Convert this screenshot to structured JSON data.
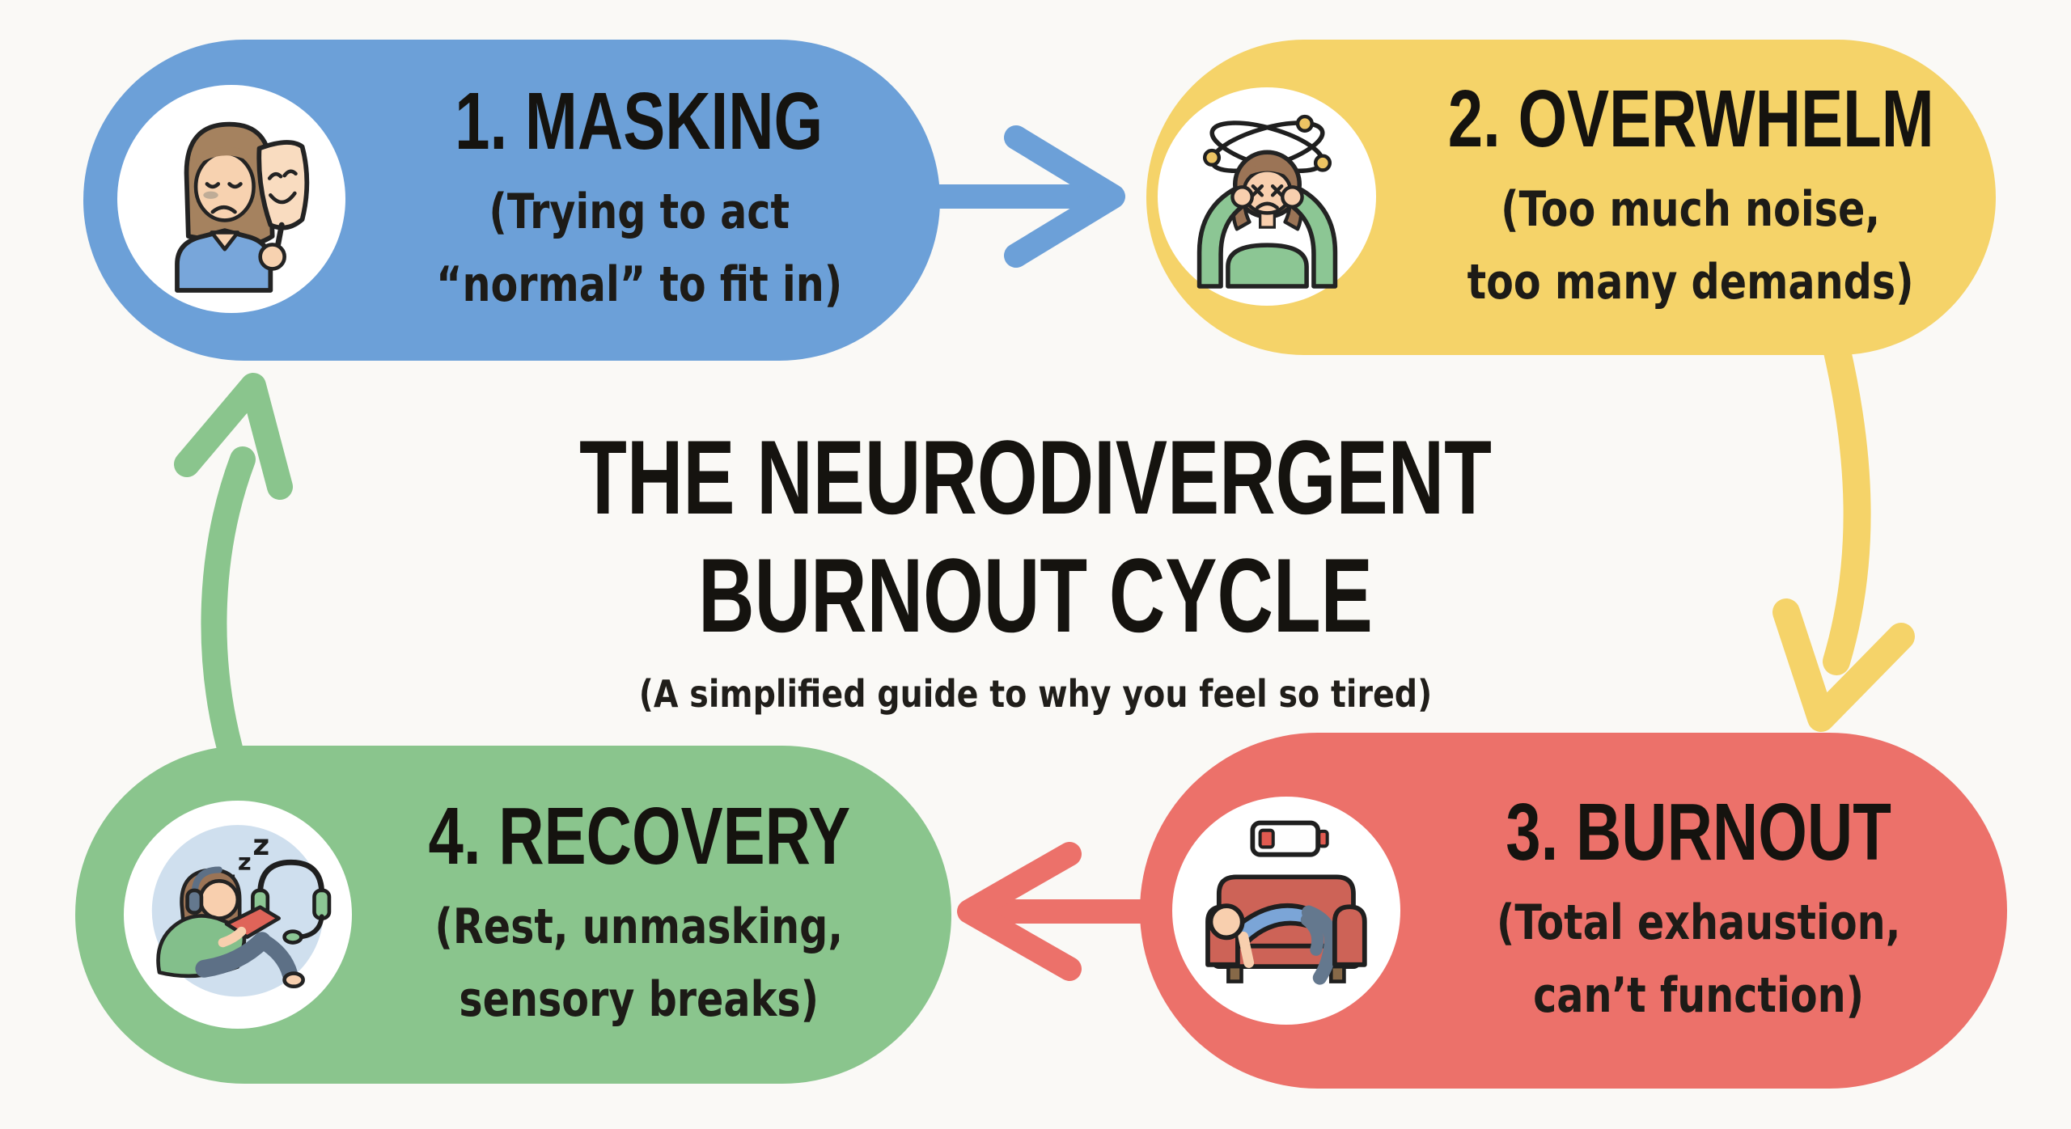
{
  "title": {
    "line1": "THE NEURODIVERGENT",
    "line2": "BURNOUT CYCLE",
    "subtitle": "(A simplified guide to why you feel so tired)"
  },
  "stages": [
    {
      "title": "1. MASKING",
      "desc_line1": "(Trying to act",
      "desc_line2": "“normal” to fit in)",
      "icon": "masked-face-icon",
      "color": "#6ca0d8"
    },
    {
      "title": "2. OVERWHELM",
      "desc_line1": "(Too much noise,",
      "desc_line2": "too many demands)",
      "icon": "dizzy-overwhelmed-person-icon",
      "color": "#f5d369"
    },
    {
      "title": "3. BURNOUT",
      "desc_line1": "(Total exhaustion,",
      "desc_line2": "can’t function)",
      "icon": "exhausted-on-couch-icon",
      "color": "#ec716a"
    },
    {
      "title": "4. RECOVERY",
      "desc_line1": "(Rest, unmasking,",
      "desc_line2": "sensory breaks)",
      "icon": "resting-with-headphones-icon",
      "zzz": [
        "z",
        "z",
        "z"
      ],
      "color": "#8ac58d"
    }
  ],
  "arrows": [
    {
      "name": "arrow-masking-to-overwhelm",
      "direction": "right",
      "color": "#6ca0d8"
    },
    {
      "name": "arrow-overwhelm-to-burnout",
      "direction": "down",
      "color": "#f5d369"
    },
    {
      "name": "arrow-burnout-to-recovery",
      "direction": "left",
      "color": "#ec716a"
    },
    {
      "name": "arrow-recovery-to-masking",
      "direction": "up",
      "color": "#8ac58d"
    }
  ],
  "colors": {
    "background": "#faf9f6",
    "text": "#1d1b17",
    "circle": "#ffffff"
  }
}
